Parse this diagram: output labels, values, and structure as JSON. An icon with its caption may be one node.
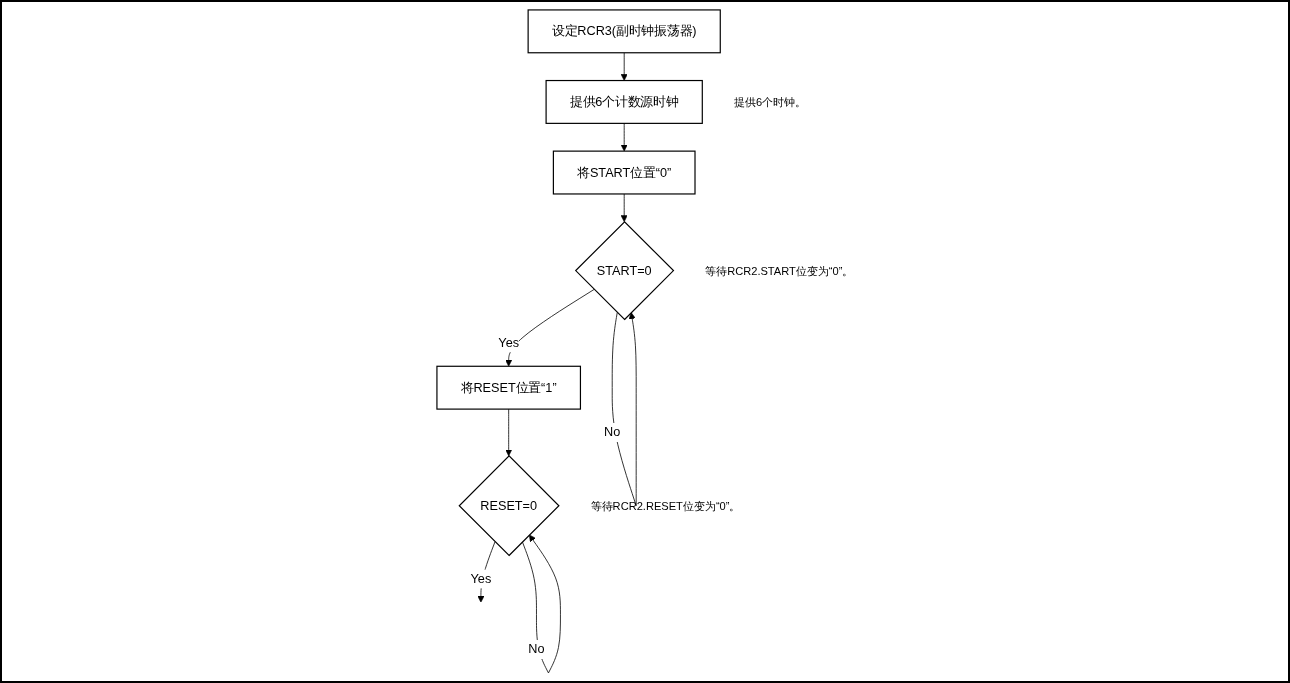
{
  "diagram": {
    "nodes": [
      {
        "text": [
          "设定RCR3(副时钟振荡器)"
        ]
      },
      {
        "text": [
          "提供6个计数源时钟"
        ],
        "beside": [
          "提供6个时钟。"
        ]
      },
      {
        "text": [
          "将START位置“0”"
        ]
      },
      {
        "text": [
          "START=0"
        ],
        "beside": [
          "等待RCR2.START位变为“0”。"
        ]
      },
      {
        "text": [
          "将RESET位置“1”"
        ]
      },
      {
        "text": [
          "RESET=0"
        ],
        "beside": [
          "等待RCR2.RESET位变为“0”。"
        ]
      }
    ],
    "edges": [
      {
        "from": 0,
        "to": 1,
        "arrow": "to"
      },
      {
        "from": 1,
        "to": 2,
        "arrow": "to"
      },
      {
        "from": 2,
        "to": 3,
        "arrow": "to"
      },
      {
        "from": 3,
        "to": 3,
        "label": "No",
        "arrow": "to"
      },
      {
        "from": 3,
        "to": 4,
        "label": "Yes",
        "arrow": "to"
      },
      {
        "from": 4,
        "to": 5,
        "arrow": "to"
      },
      {
        "from": 5,
        "to": 5,
        "label": "No",
        "arrow": "to"
      },
      {
        "from": 5,
        "to": null,
        "label": "Yes",
        "arrow": "to"
      }
    ]
  }
}
